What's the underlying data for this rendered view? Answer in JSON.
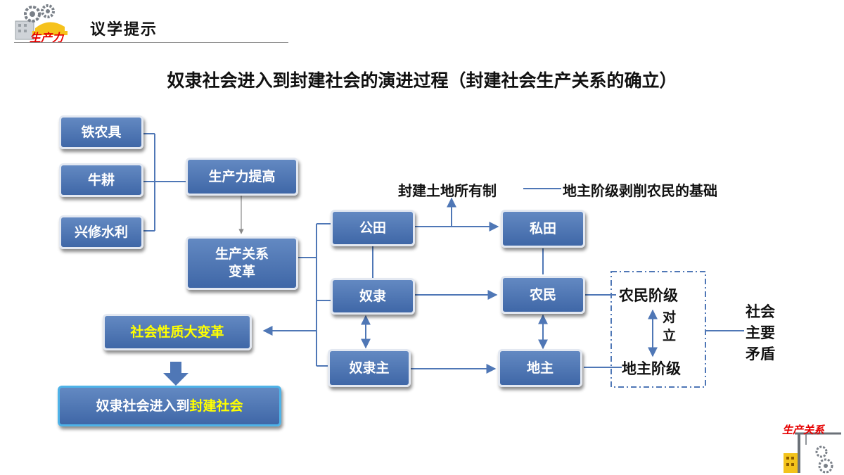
{
  "header": {
    "title": "议学提示",
    "logo_text": "生产力"
  },
  "title": "奴隶社会进入到封建社会的演进过程（封建社会生产关系的确立）",
  "nodes": {
    "tie_nongju": "铁农具",
    "niu_geng": "牛耕",
    "xingxiu_shuili": "兴修水利",
    "shengchanli_tigao": "生产力提高",
    "guanxi_biange_1": "生产关系",
    "guanxi_biange_2": "变革",
    "shehui_xingzhi": "社会性质大变革",
    "result_prefix": "奴隶社会进入到",
    "result_highlight": "封建社会",
    "gongtian": "公田",
    "nuli": "奴隶",
    "nulizhu": "奴隶主",
    "sitian": "私田",
    "nongmin": "农民",
    "dizhu": "地主"
  },
  "labels": {
    "tudi_zhidu": "封建土地所有制",
    "boxue_jichu": "地主阶级剥削农民的基础",
    "nongmin_jieji": "农民阶级",
    "duili_1": "对",
    "duili_2": "立",
    "dizhu_jieji": "地主阶级",
    "maodun_1": "社会",
    "maodun_2": "主要",
    "maodun_3": "矛盾"
  },
  "corner_logo": {
    "text": "生产关系"
  },
  "colors": {
    "box": "#4f77b6",
    "line": "#4f77b6",
    "highlight": "#ffff00",
    "logo": "#e60000"
  }
}
